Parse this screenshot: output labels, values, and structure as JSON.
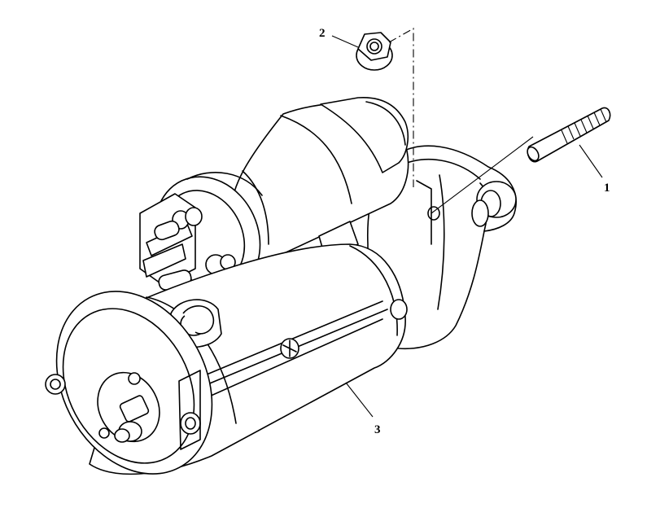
{
  "callouts": [
    {
      "id": "bolt",
      "label": "1"
    },
    {
      "id": "nut",
      "label": "2"
    },
    {
      "id": "starter",
      "label": "3"
    }
  ]
}
